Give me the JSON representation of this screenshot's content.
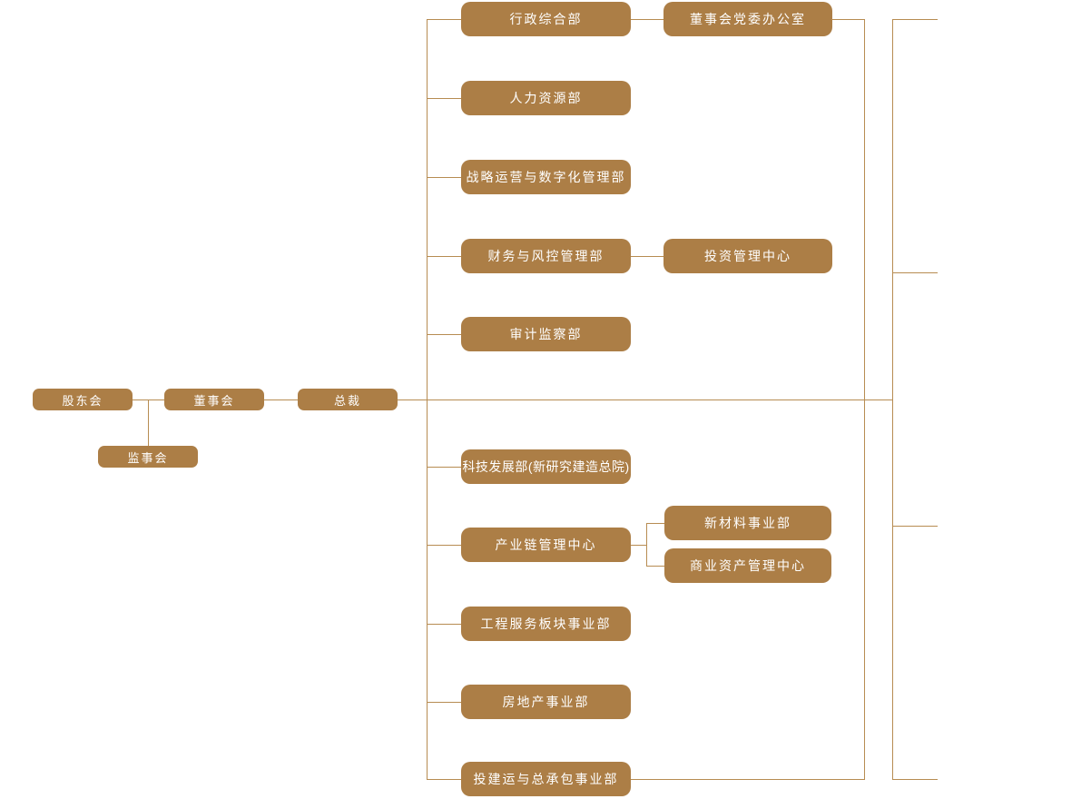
{
  "org": {
    "governance": {
      "shareholders": "股东会",
      "board": "董事会",
      "president": "总裁",
      "supervisory": "监事会"
    },
    "departments": [
      "行政综合部",
      "人力资源部",
      "战略运营与数字化管理部",
      "财务与风控管理部",
      "审计监察部",
      "科技发展部(新研究建造总院)",
      "产业链管理中心",
      "工程服务板块事业部",
      "房地产事业部",
      "投建运与总承包事业部"
    ],
    "sub_departments": {
      "party_office": {
        "label": "董事会党委办公室",
        "parent": "行政综合部"
      },
      "investment_center": {
        "label": "投资管理中心",
        "parent": "财务与风控管理部"
      },
      "new_materials": {
        "label": "新材料事业部",
        "parent": "产业链管理中心"
      },
      "commercial_assets": {
        "label": "商业资产管理中心",
        "parent": "产业链管理中心"
      }
    }
  },
  "colors": {
    "node_fill": "#AC7E46",
    "connector_line": "#B78C52",
    "node_text": "#FFFFFF",
    "background": "#FFFFFF"
  }
}
